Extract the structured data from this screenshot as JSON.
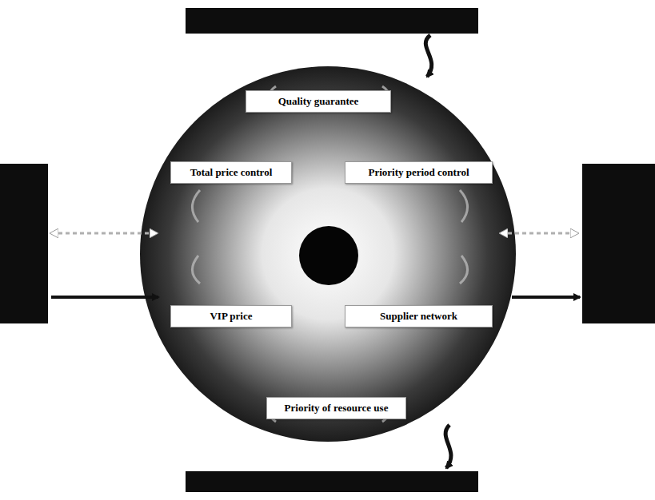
{
  "diagram": {
    "nodes": [
      {
        "text": [
          "Quality guarantee"
        ]
      },
      {
        "text": [
          "Total price control"
        ]
      },
      {
        "text": [
          "Priority period control"
        ]
      },
      {
        "text": [
          "VIP price"
        ]
      },
      {
        "text": [
          "Supplier network"
        ]
      },
      {
        "text": [
          "Priority of resource use"
        ]
      }
    ]
  }
}
